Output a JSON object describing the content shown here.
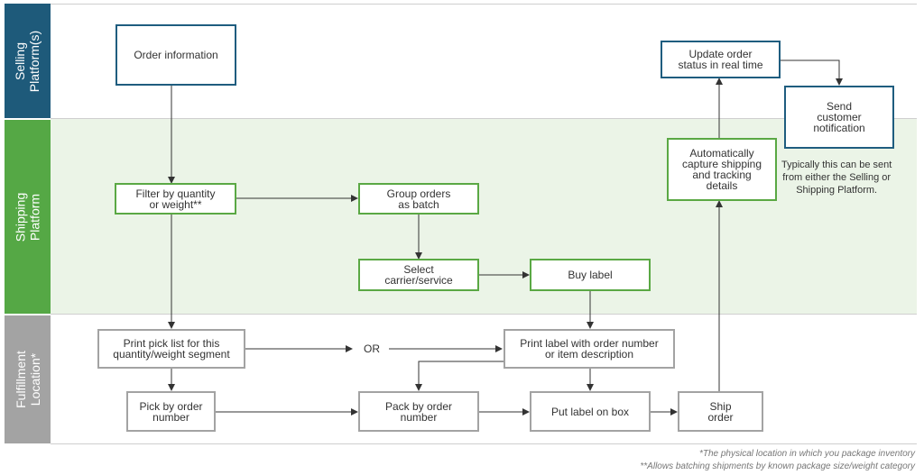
{
  "lanes": {
    "selling": {
      "label": "Selling\nPlatform(s)",
      "color": "#1e5a7a"
    },
    "shipping": {
      "label": "Shipping\nPlatform",
      "color": "#55a845",
      "background": "#ebf4e7"
    },
    "fulfillment": {
      "label": "Fulfillment\nLocation*",
      "color": "#a3a3a3"
    }
  },
  "nodes": {
    "order_information": "Order information",
    "filter": "Filter by quantity\nor weight**",
    "group_orders": "Group orders\nas batch",
    "select_carrier": "Select\ncarrier/service",
    "buy_label": "Buy label",
    "print_pick_list": "Print pick list for this\nquantity/weight segment",
    "or_label": "OR",
    "print_label": "Print label with order number\nor item description",
    "pick_by_order": "Pick by order\nnumber",
    "pack_by_order": "Pack by order\nnumber",
    "put_label": "Put label on box",
    "ship_order": "Ship\norder",
    "capture_shipping": "Automatically\ncapture shipping\nand tracking\ndetails",
    "update_status": "Update order\nstatus in real time",
    "send_notification": "Send\ncustomer\nnotification"
  },
  "note": "Typically this can be sent\nfrom either the Selling or\nShipping Platform.",
  "footnotes": {
    "fulfillment": "*The physical location in which you package inventory",
    "batching": "**Allows batching shipments by known package size/weight category"
  },
  "colors": {
    "selling_border": "#1f5d7f",
    "shipping_border": "#5aa844",
    "fulfillment_border": "#a3a3a3",
    "arrow": "#333333"
  }
}
